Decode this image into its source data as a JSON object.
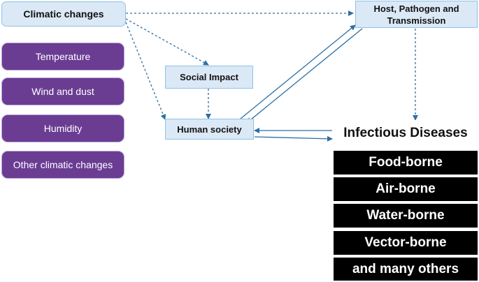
{
  "nodes": {
    "climatic_changes": "Climatic changes",
    "host_pathogen": "Host, Pathogen and Transmission",
    "social_impact": "Social Impact",
    "human_society": "Human society",
    "infectious_diseases": "Infectious Diseases"
  },
  "climate_factors": [
    "Temperature",
    "Wind and dust",
    "Humidity",
    "Other climatic changes"
  ],
  "disease_types": [
    "Food-borne",
    "Air-borne",
    "Water-borne",
    "Vector-borne",
    "and many others"
  ],
  "colors": {
    "box_fill": "#dbe8f6",
    "box_border": "#8ec3e6",
    "factor_fill": "#6a3d93",
    "arrow": "#2f6fa3",
    "disease_fill": "#000000"
  }
}
